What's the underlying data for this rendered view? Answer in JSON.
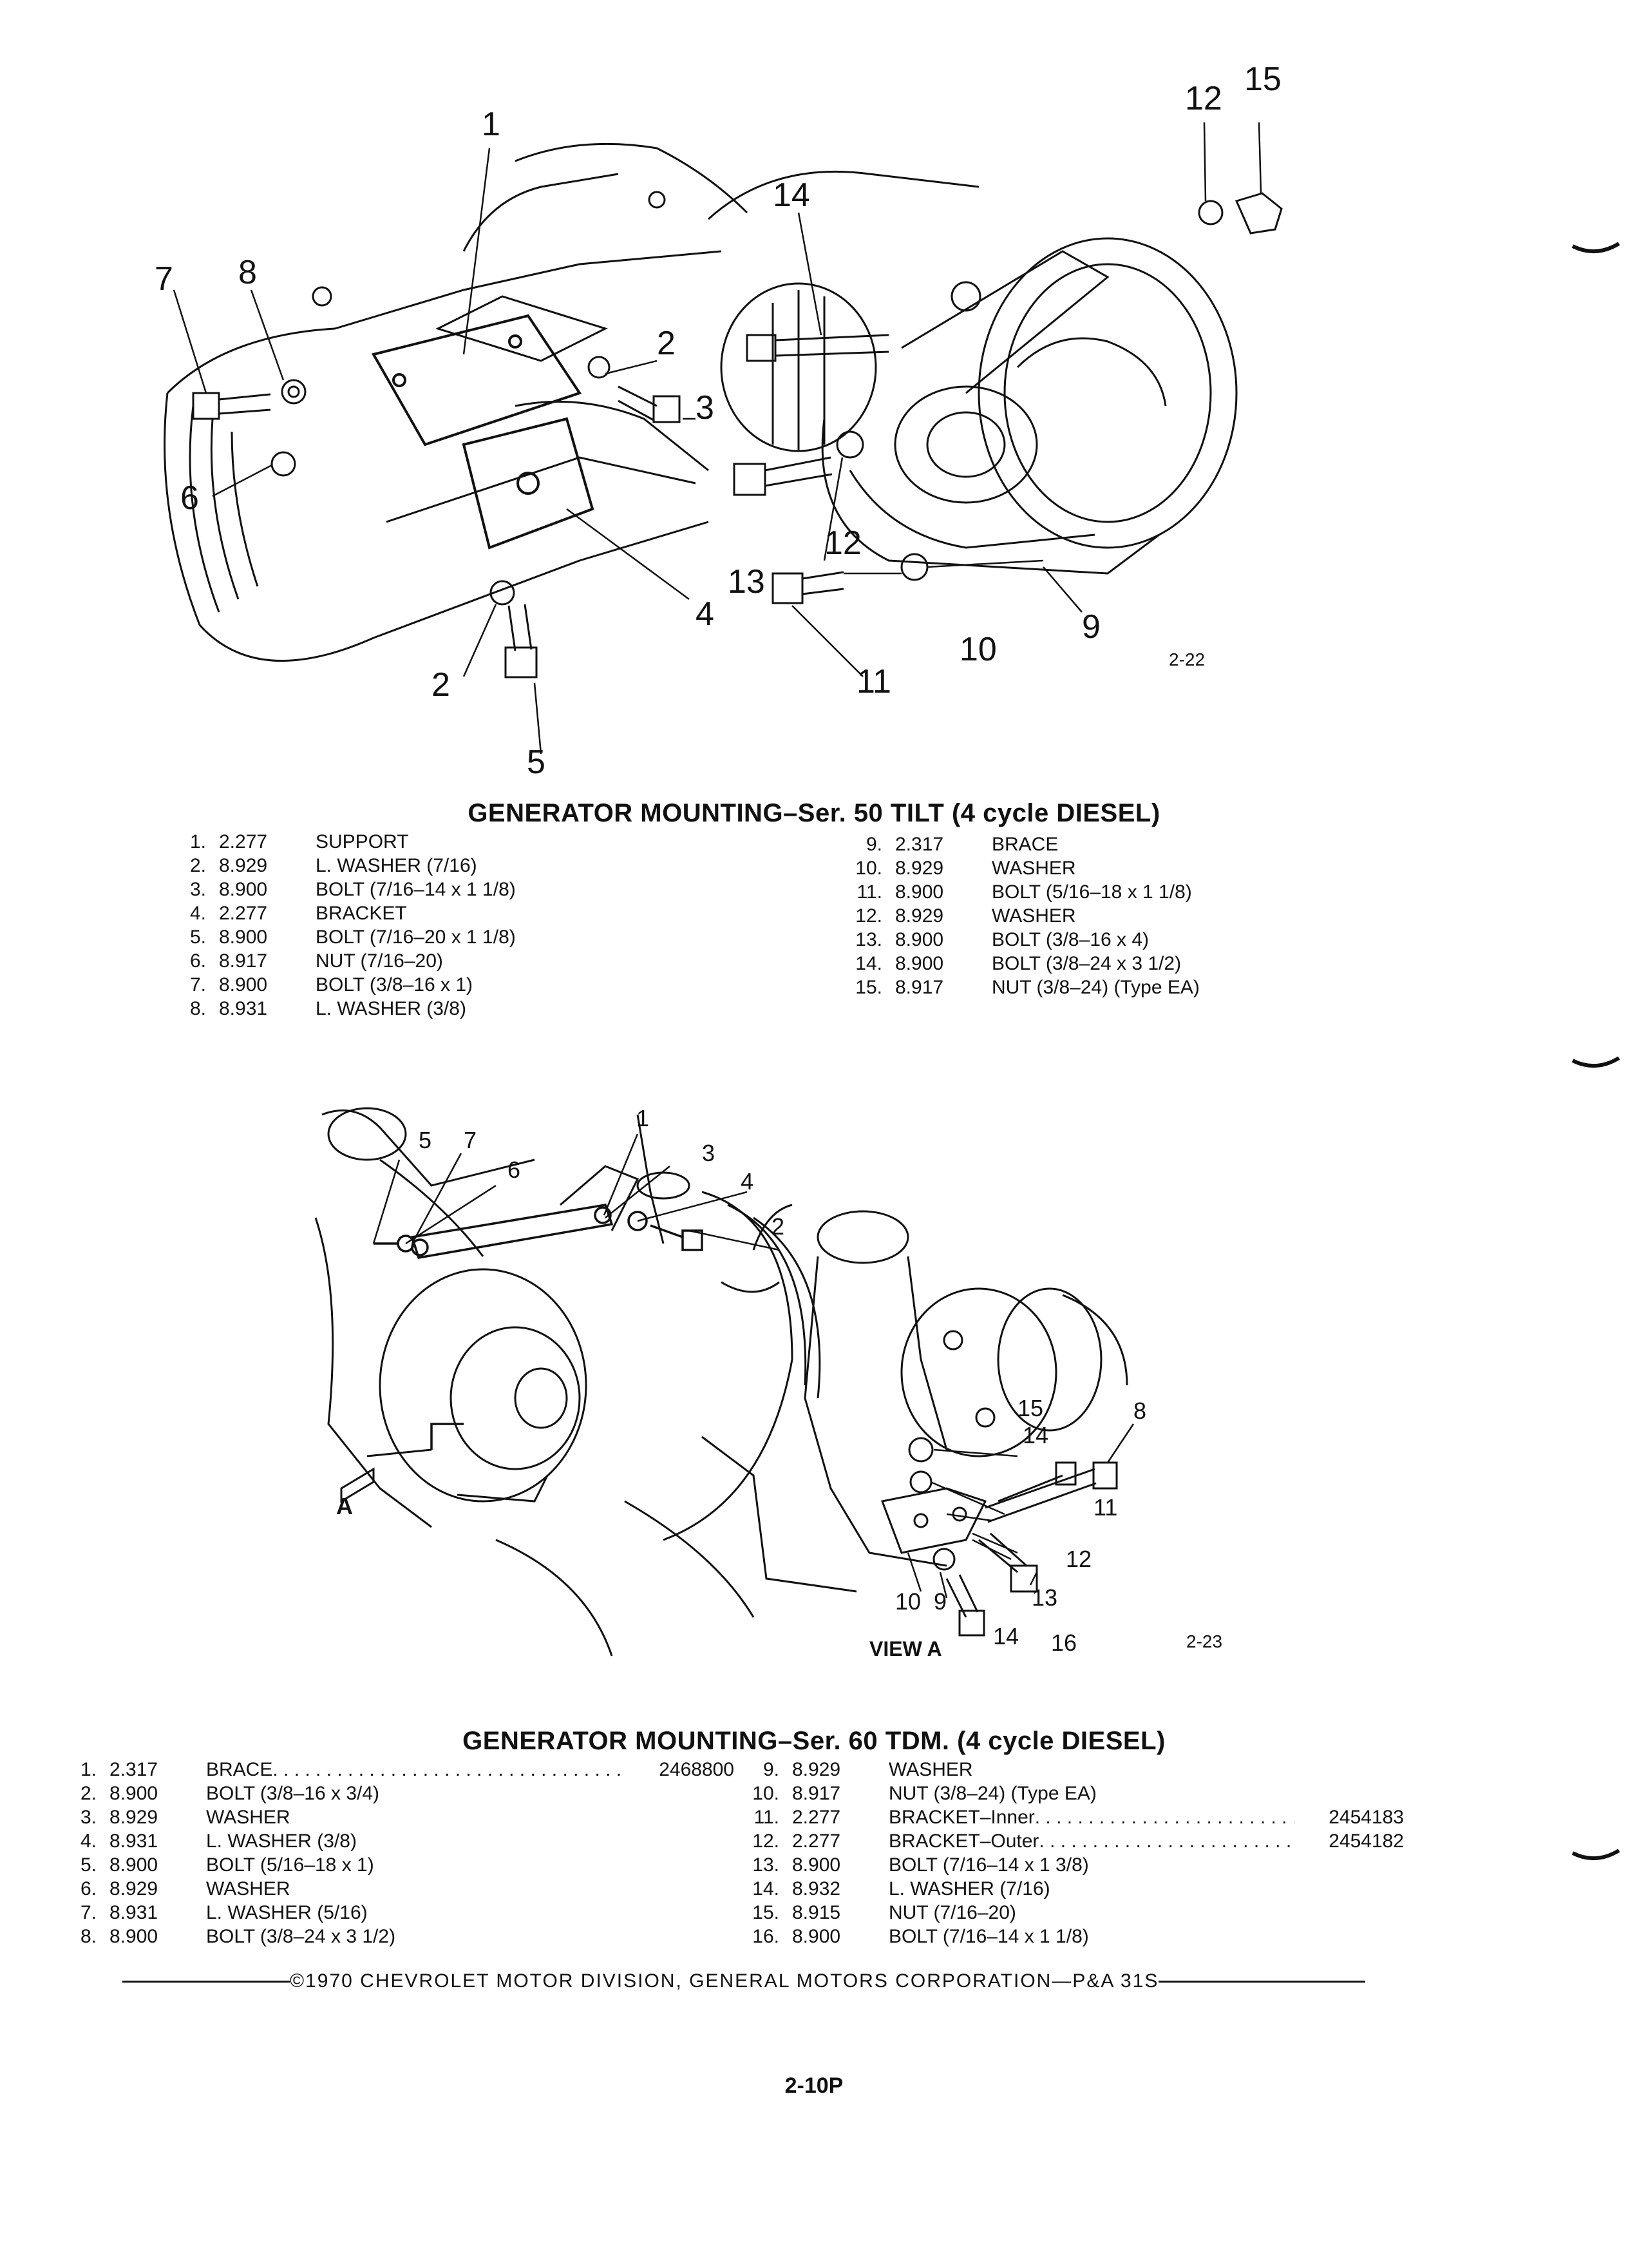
{
  "figure_top": {
    "callouts_left": [
      "1",
      "7",
      "8",
      "2",
      "3",
      "6",
      "4",
      "2",
      "5"
    ],
    "callouts_right": [
      "12",
      "15",
      "14",
      "12",
      "13",
      "9",
      "10",
      "11"
    ],
    "code": "2-22"
  },
  "caption_top": "GENERATOR MOUNTING–Ser. 50 TILT (4 cycle DIESEL)",
  "parts_top_left": [
    {
      "n": "1.",
      "g": "2.277",
      "d": "SUPPORT"
    },
    {
      "n": "2.",
      "g": "8.929",
      "d": "L. WASHER (7/16)"
    },
    {
      "n": "3.",
      "g": "8.900",
      "d": "BOLT (7/16–14 x 1 1/8)"
    },
    {
      "n": "4.",
      "g": "2.277",
      "d": "BRACKET"
    },
    {
      "n": "5.",
      "g": "8.900",
      "d": "BOLT (7/16–20 x 1 1/8)"
    },
    {
      "n": "6.",
      "g": "8.917",
      "d": "NUT (7/16–20)"
    },
    {
      "n": "7.",
      "g": "8.900",
      "d": "BOLT (3/8–16 x 1)"
    },
    {
      "n": "8.",
      "g": "8.931",
      "d": "L. WASHER (3/8)"
    }
  ],
  "parts_top_right": [
    {
      "n": "9.",
      "g": "2.317",
      "d": "BRACE"
    },
    {
      "n": "10.",
      "g": "8.929",
      "d": "WASHER"
    },
    {
      "n": "11.",
      "g": "8.900",
      "d": "BOLT (5/16–18 x 1 1/8)"
    },
    {
      "n": "12.",
      "g": "8.929",
      "d": "WASHER"
    },
    {
      "n": "13.",
      "g": "8.900",
      "d": "BOLT (3/8–16 x 4)"
    },
    {
      "n": "14.",
      "g": "8.900",
      "d": "BOLT (3/8–24 x 3 1/2)"
    },
    {
      "n": "15.",
      "g": "8.917",
      "d": "NUT (3/8–24) (Type EA)"
    }
  ],
  "figure_bottom": {
    "callouts_left": [
      "5",
      "7",
      "1",
      "3",
      "6",
      "4",
      "2",
      "A"
    ],
    "callouts_right": [
      "15",
      "8",
      "14",
      "11",
      "12",
      "13",
      "10",
      "9",
      "14",
      "16"
    ],
    "view_label": "VIEW A",
    "code": "2-23"
  },
  "caption_bottom": "GENERATOR MOUNTING–Ser. 60 TDM. (4 cycle DIESEL)",
  "parts_bottom_left": [
    {
      "n": "1.",
      "g": "2.317",
      "d": "BRACE",
      "p": "2468800"
    },
    {
      "n": "2.",
      "g": "8.900",
      "d": "BOLT (3/8–16 x 3/4)",
      "p": ""
    },
    {
      "n": "3.",
      "g": "8.929",
      "d": "WASHER",
      "p": ""
    },
    {
      "n": "4.",
      "g": "8.931",
      "d": "L. WASHER (3/8)",
      "p": ""
    },
    {
      "n": "5.",
      "g": "8.900",
      "d": "BOLT (5/16–18 x 1)",
      "p": ""
    },
    {
      "n": "6.",
      "g": "8.929",
      "d": "WASHER",
      "p": ""
    },
    {
      "n": "7.",
      "g": "8.931",
      "d": "L. WASHER (5/16)",
      "p": ""
    },
    {
      "n": "8.",
      "g": "8.900",
      "d": "BOLT (3/8–24 x 3 1/2)",
      "p": ""
    }
  ],
  "parts_bottom_right": [
    {
      "n": "9.",
      "g": "8.929",
      "d": "WASHER",
      "p": ""
    },
    {
      "n": "10.",
      "g": "8.917",
      "d": "NUT (3/8–24) (Type EA)",
      "p": ""
    },
    {
      "n": "11.",
      "g": "2.277",
      "d": "BRACKET–Inner",
      "p": "2454183"
    },
    {
      "n": "12.",
      "g": "2.277",
      "d": "BRACKET–Outer",
      "p": "2454182"
    },
    {
      "n": "13.",
      "g": "8.900",
      "d": "BOLT (7/16–14 x 1 3/8)",
      "p": ""
    },
    {
      "n": "14.",
      "g": "8.932",
      "d": "L. WASHER (7/16)",
      "p": ""
    },
    {
      "n": "15.",
      "g": "8.915",
      "d": "NUT (7/16–20)",
      "p": ""
    },
    {
      "n": "16.",
      "g": "8.900",
      "d": "BOLT (7/16–14 x 1 1/8)",
      "p": ""
    }
  ],
  "footer": "©1970 CHEVROLET MOTOR DIVISION, GENERAL MOTORS CORPORATION—P&A 31S",
  "page_number": "2-10P"
}
